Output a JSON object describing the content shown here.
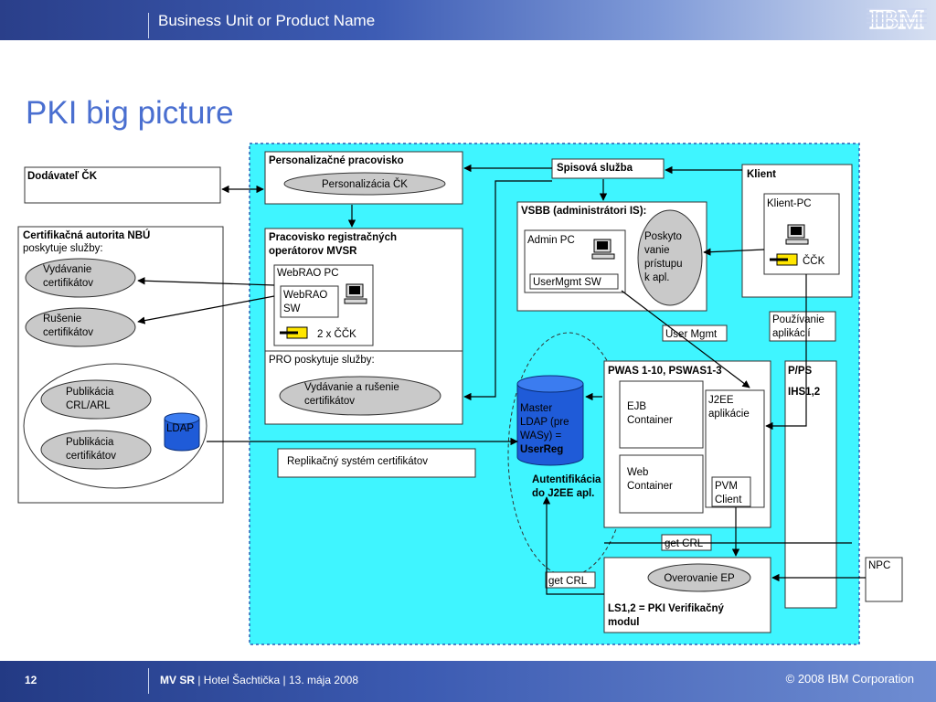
{
  "header": {
    "title": "Business Unit or Product Name",
    "logo": "IBM"
  },
  "slide_title": "PKI big picture",
  "footer": {
    "page": "12",
    "event_bold": "MV SR",
    "event_rest": "| Hotel Šachtička | 13. mája 2008",
    "copyright": "© 2008 IBM Corporation"
  },
  "colors": {
    "zone": "#3ff5ff",
    "header": "#3d5cb4",
    "ellipse": "#c9c9c9",
    "ldap": "#1f5bd8"
  },
  "diagram": {
    "dodavatel": "Dodávateľ ČK",
    "ca_title": "Certifikačná autorita NBÚ",
    "ca_sub": "poskytuje služby:",
    "vydavanie": [
      "Vydávanie",
      "certifikátov"
    ],
    "rusenie": [
      "Rušenie",
      "certifikátov"
    ],
    "publ_crl": [
      "Publikácia",
      "CRL/ARL"
    ],
    "publ_cert": [
      "Publikácia",
      "certifikátov"
    ],
    "ldap": "LDAP",
    "pers_title": "Personalizačné pracovisko",
    "pers_ellipse": "Personalizácia ČK",
    "reg_title": [
      "Pracovisko registračných",
      "operátorov MVSR"
    ],
    "webrao_pc": "WebRAO PC",
    "webrao_sw": [
      "WebRAO",
      "SW"
    ],
    "cards_2": "2 x ČČK",
    "pro_title": "PRO poskytuje služby:",
    "pro_ellipse": [
      "Vydávanie a rušenie",
      "certifikátov"
    ],
    "replik": "Replikačný systém certifikátov",
    "spisova": "Spisová služba",
    "vsbb": "VSBB (administrátori IS):",
    "admin_pc": "Admin PC",
    "usermgmt_sw": "UserMgmt SW",
    "poskytovanie": [
      "Poskyto",
      "vanie",
      "prístupu",
      "k apl."
    ],
    "klient": "Klient",
    "klient_pc": "Klient-PC",
    "cck": "ČČK",
    "pouzivanie": [
      "Používanie",
      "aplikácií"
    ],
    "user_mgmt": "User Mgmt",
    "master_ldap": [
      "Master",
      "LDAP (pre",
      "WASy) ="
    ],
    "userreg": "UserReg",
    "autentif": [
      "Autentifikácia",
      "do J2EE apl."
    ],
    "pwas": "PWAS 1-10, PSWAS1-3",
    "ejb": [
      "EJB",
      "Container"
    ],
    "web": [
      "Web",
      "Container"
    ],
    "j2ee": [
      "J2EE",
      "aplikácie"
    ],
    "pvm": [
      "PVM",
      "Client"
    ],
    "pps": [
      "P/PS",
      "IHS1,2"
    ],
    "get_crl": "get CRL",
    "npc": "NPC",
    "overovanie": "Overovanie EP",
    "ls": [
      "LS1,2 = PKI Verifikačný",
      "modul"
    ]
  }
}
